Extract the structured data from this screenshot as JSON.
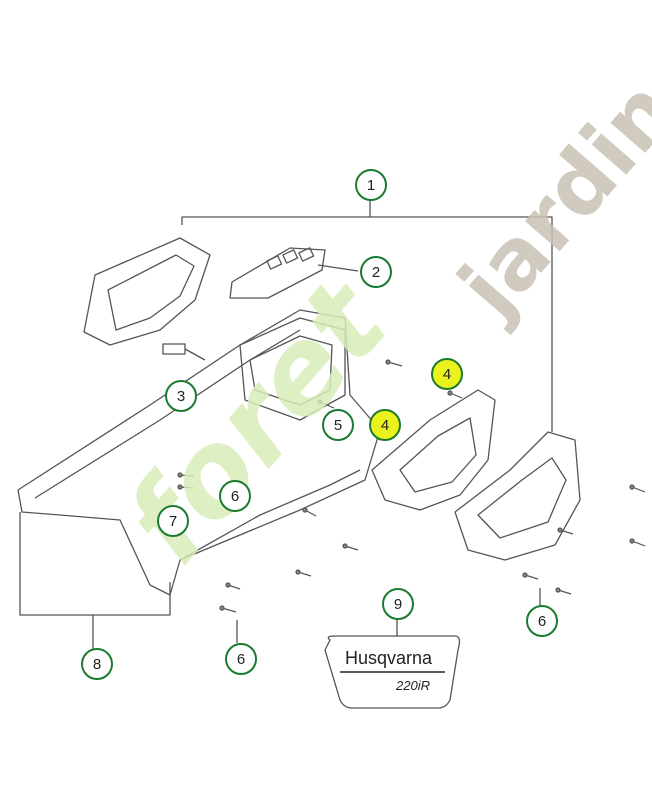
{
  "callouts": [
    {
      "label": "1",
      "highlight": false
    },
    {
      "label": "2",
      "highlight": false
    },
    {
      "label": "3",
      "highlight": false
    },
    {
      "label": "4",
      "highlight": true
    },
    {
      "label": "4",
      "highlight": true
    },
    {
      "label": "5",
      "highlight": false
    },
    {
      "label": "6",
      "highlight": false
    },
    {
      "label": "6",
      "highlight": false
    },
    {
      "label": "6",
      "highlight": false
    },
    {
      "label": "7",
      "highlight": false
    },
    {
      "label": "8",
      "highlight": false
    },
    {
      "label": "9",
      "highlight": false
    }
  ],
  "decal": {
    "brand": "Husqvarna",
    "model": "220iR"
  },
  "watermark": {
    "part1": "foret",
    "part2": "jardin.com"
  },
  "colors": {
    "callout_border": "#1a7a2e",
    "highlight": "#eaf21c",
    "line": "#555555",
    "watermark_green": "#d9eeb9",
    "watermark_brown": "#c9c1b5"
  }
}
